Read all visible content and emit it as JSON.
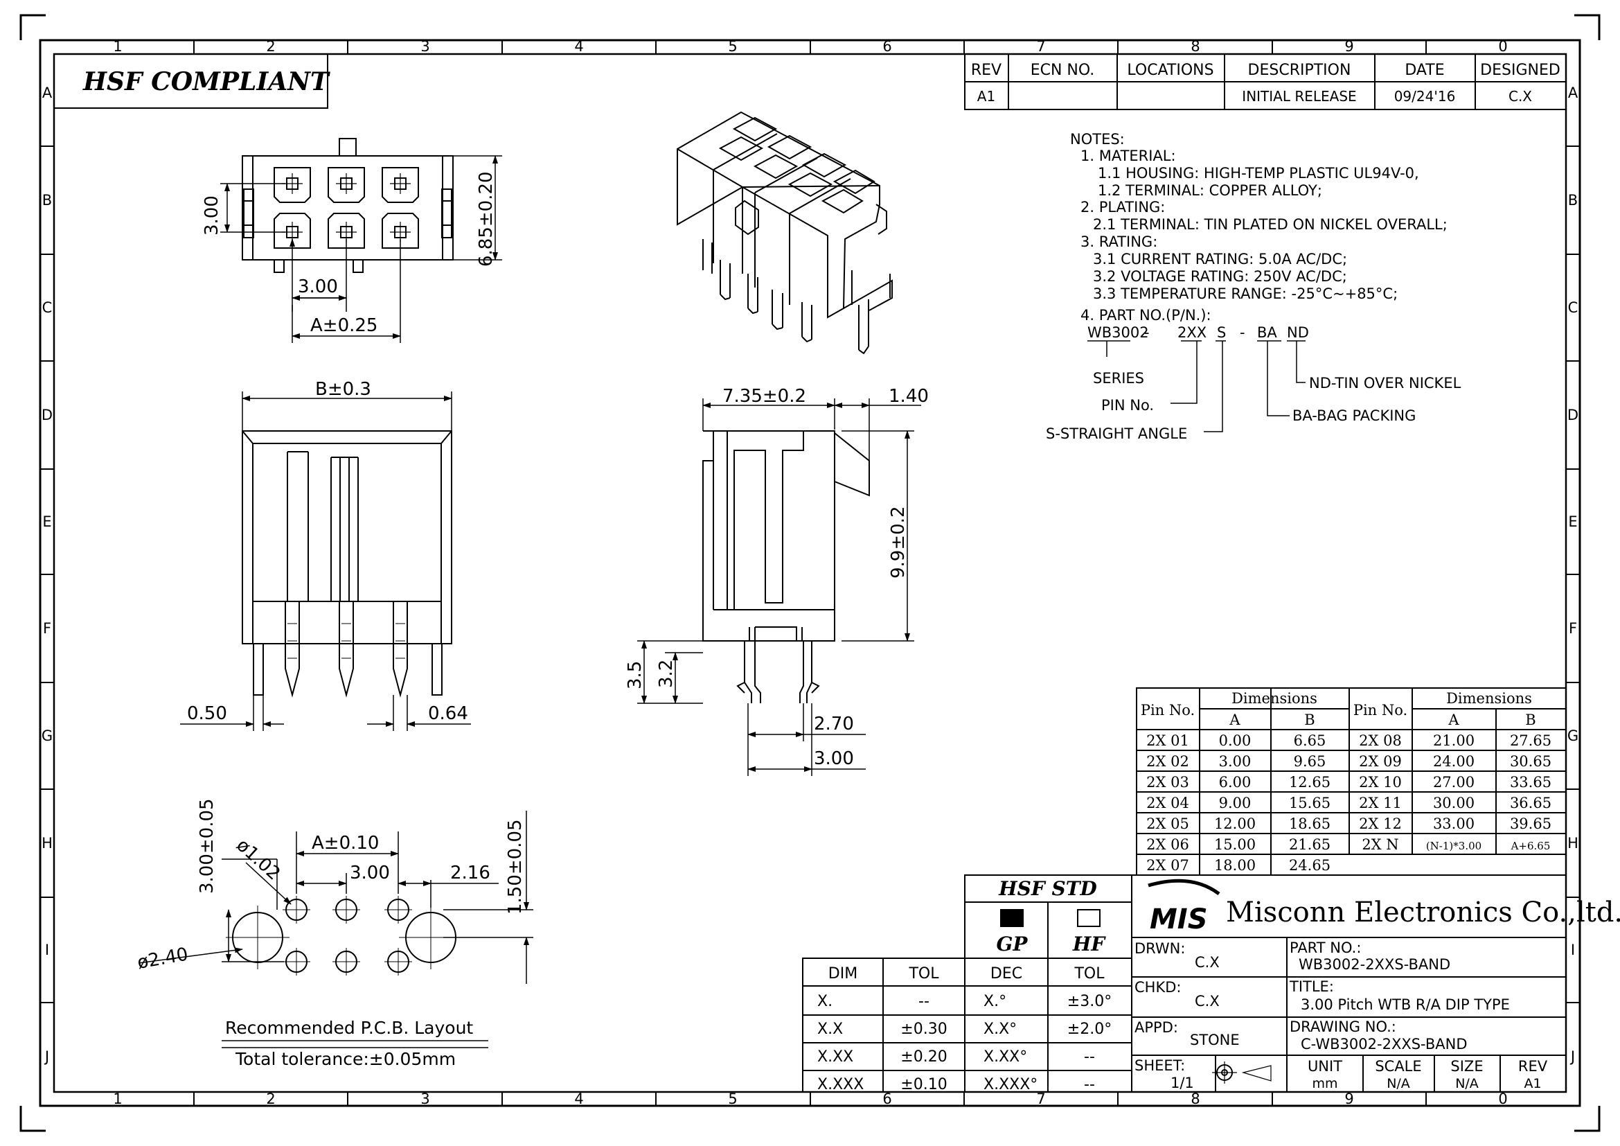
{
  "hsf_compliant": "HSF COMPLIANT",
  "grid": {
    "cols": [
      "1",
      "2",
      "3",
      "4",
      "5",
      "6",
      "7",
      "8",
      "9",
      "0"
    ],
    "rows": [
      "A",
      "B",
      "C",
      "D",
      "E",
      "F",
      "G",
      "H",
      "I",
      "J"
    ]
  },
  "revision": {
    "headers": [
      "REV",
      "ECN NO.",
      "LOCATIONS",
      "DESCRIPTION",
      "DATE",
      "DESIGNED"
    ],
    "row": [
      "A1",
      "",
      "",
      "INITIAL RELEASE",
      "09/24'16",
      "C.X"
    ]
  },
  "notes": [
    "NOTES:",
    "1. MATERIAL:",
    "1.1   HOUSING: HIGH-TEMP PLASTIC UL94V-0,",
    "1.2   TERMINAL: COPPER ALLOY;",
    "2. PLATING:",
    "2.1 TERMINAL: TIN PLATED ON NICKEL OVERALL;",
    "3. RATING:",
    "3.1  CURRENT RATING: 5.0A AC/DC;",
    "3.2  VOLTAGE RATING: 250V AC/DC;",
    "3.3  TEMPERATURE RANGE: -25°C~+85°C;",
    "4. PART NO.(P/N.):"
  ],
  "part_code": {
    "p1": "WB3002",
    "d1": "-",
    "p2": "2XX",
    "p3": "S",
    "d2": "-",
    "p4": "BA",
    "p5": "ND",
    "series": "SERIES",
    "pin": "PIN No.",
    "straight": "S-STRAIGHT ANGLE",
    "bag": "BA-BAG PACKING",
    "nd": "ND-TIN OVER NICKEL"
  },
  "dims": {
    "pitch_v": "3.00",
    "height": "6.85±0.20",
    "pitch_h": "3.00",
    "a_025": "A±0.25",
    "b_03": "B±0.3",
    "pin_050": "0.50",
    "pin_064": "0.64",
    "depth": "7.35±0.2",
    "latch": "1.40",
    "body_h": "9.9±0.2",
    "tail_35": "3.5",
    "tail_32": "3.2",
    "w_270": "2.70",
    "w_300": "3.00",
    "pcb_v": "3.00±0.05",
    "hole": "ø1.02",
    "a_010": "A±0.10",
    "pcb_pitch": "3.00",
    "pcb_216": "2.16",
    "pcb_150": "1.50±0.05",
    "peg": "ø2.40"
  },
  "pcb_title": "Recommended P.C.B. Layout",
  "pcb_tol": "Total tolerance:±0.05mm",
  "pin_table": {
    "h_pin": "Pin No.",
    "h_dim": "Dimensions",
    "h_a": "A",
    "h_b": "B",
    "rows": [
      [
        "2X 01",
        "0.00",
        "6.65",
        "2X 08",
        "21.00",
        "27.65"
      ],
      [
        "2X 02",
        "3.00",
        "9.65",
        "2X 09",
        "24.00",
        "30.65"
      ],
      [
        "2X 03",
        "6.00",
        "12.65",
        "2X 10",
        "27.00",
        "33.65"
      ],
      [
        "2X 04",
        "9.00",
        "15.65",
        "2X 11",
        "30.00",
        "36.65"
      ],
      [
        "2X 05",
        "12.00",
        "18.65",
        "2X 12",
        "33.00",
        "39.65"
      ],
      [
        "2X 06",
        "15.00",
        "21.65",
        "2X N",
        "(N-1)*3.00",
        "A+6.65"
      ],
      [
        "2X 07",
        "18.00",
        "24.65",
        "",
        "",
        ""
      ]
    ]
  },
  "hsf_std": {
    "title": "HSF STD",
    "gp": "GP",
    "hf": "HF"
  },
  "tolerance": {
    "h": [
      "DIM",
      "TOL",
      "DEC",
      "TOL"
    ],
    "rows": [
      [
        "X.",
        "--",
        "X.°",
        "±3.0°"
      ],
      [
        "X.X",
        "±0.30",
        "X.X°",
        "±2.0°"
      ],
      [
        "X.XX",
        "±0.20",
        "X.XX°",
        "--"
      ],
      [
        "X.XXX",
        "±0.10",
        "X.XXX°",
        "--"
      ]
    ]
  },
  "title_block": {
    "logo": "MIS",
    "company": "Misconn Electronics Co.,ltd.",
    "drwn_l": "DRWN:",
    "drwn": "C.X",
    "chkd_l": "CHKD:",
    "chkd": "C.X",
    "appd_l": "APPD:",
    "appd": "STONE",
    "sheet_l": "SHEET:",
    "sheet": "1/1",
    "partno_l": "PART NO.:",
    "partno": "WB3002-2XXS-BAND",
    "title_l": "TITLE:",
    "title": "3.00 Pitch WTB R/A DIP TYPE",
    "drawing_l": "DRAWING NO.:",
    "drawing": "C-WB3002-2XXS-BAND",
    "unit_l": "UNIT",
    "unit": "mm",
    "scale_l": "SCALE",
    "scale": "N/A",
    "size_l": "SIZE",
    "size": "N/A",
    "rev_l": "REV",
    "rev": "A1"
  }
}
